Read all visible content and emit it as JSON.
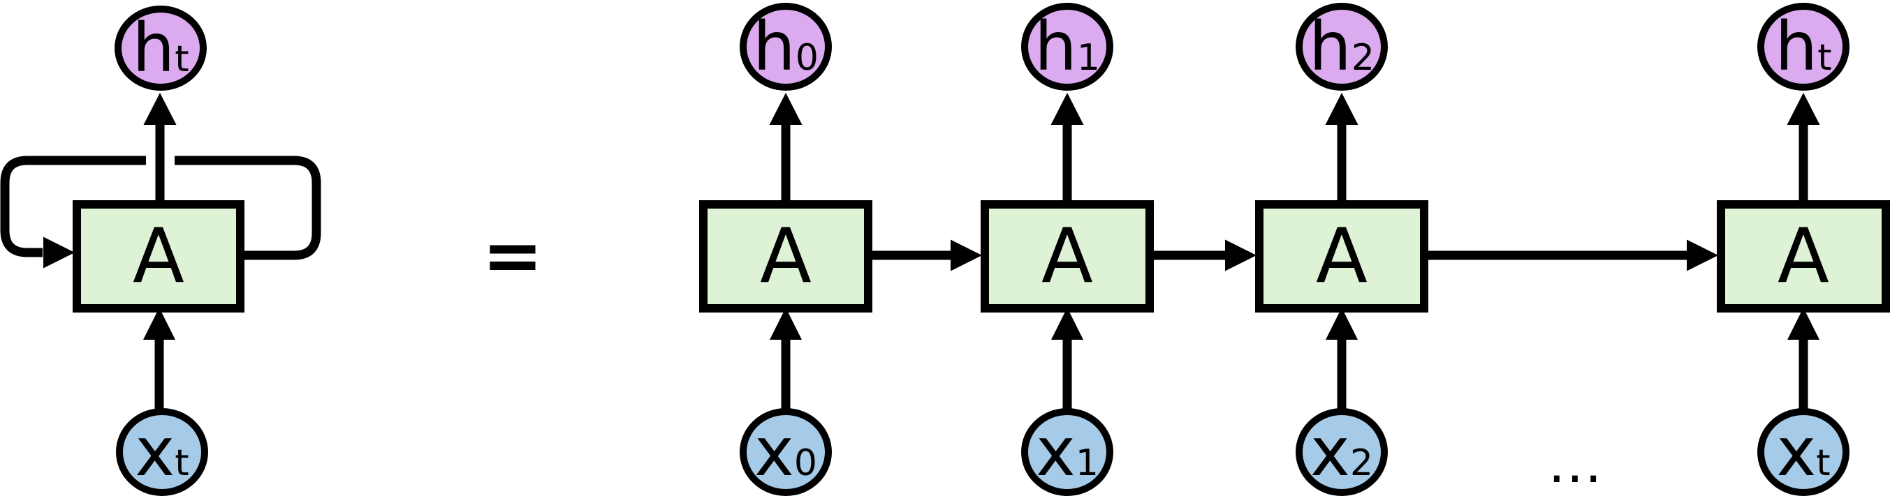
{
  "colors": {
    "hidden_fill": "#dcaaee",
    "cell_fill": "#def2d6",
    "input_fill": "#a6cbe8",
    "stroke": "#000000"
  },
  "equals": "=",
  "ellipsis": "...",
  "rolled": {
    "cell": "A",
    "hidden": {
      "base": "h",
      "sub": "t"
    },
    "input": {
      "base": "x",
      "sub": "t"
    }
  },
  "cells": [
    {
      "cell": "A",
      "hidden": {
        "base": "h",
        "sub": "0"
      },
      "input": {
        "base": "x",
        "sub": "0"
      }
    },
    {
      "cell": "A",
      "hidden": {
        "base": "h",
        "sub": "1"
      },
      "input": {
        "base": "x",
        "sub": "1"
      }
    },
    {
      "cell": "A",
      "hidden": {
        "base": "h",
        "sub": "2"
      },
      "input": {
        "base": "x",
        "sub": "2"
      }
    },
    {
      "cell": "A",
      "hidden": {
        "base": "h",
        "sub": "t"
      },
      "input": {
        "base": "x",
        "sub": "t"
      }
    }
  ]
}
